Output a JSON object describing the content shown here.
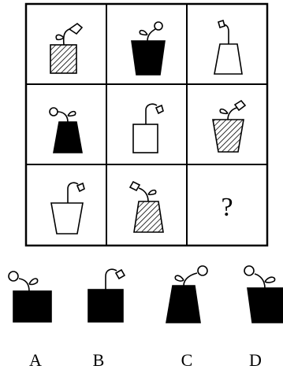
{
  "puzzle": {
    "question_mark": "?",
    "options": [
      {
        "label": "A",
        "pot": "square-solid",
        "sprout": "flower-and-leaf"
      },
      {
        "label": "B",
        "pot": "square-solid",
        "sprout": "drooping-bud"
      },
      {
        "label": "C",
        "pot": "trapezoid-solid",
        "sprout": "flower-and-leaf"
      },
      {
        "label": "D",
        "pot": "inverted-trapezoid-solid",
        "sprout": "flower-and-leaf"
      }
    ]
  },
  "colors": {
    "ink": "#000000",
    "paper": "#ffffff"
  }
}
